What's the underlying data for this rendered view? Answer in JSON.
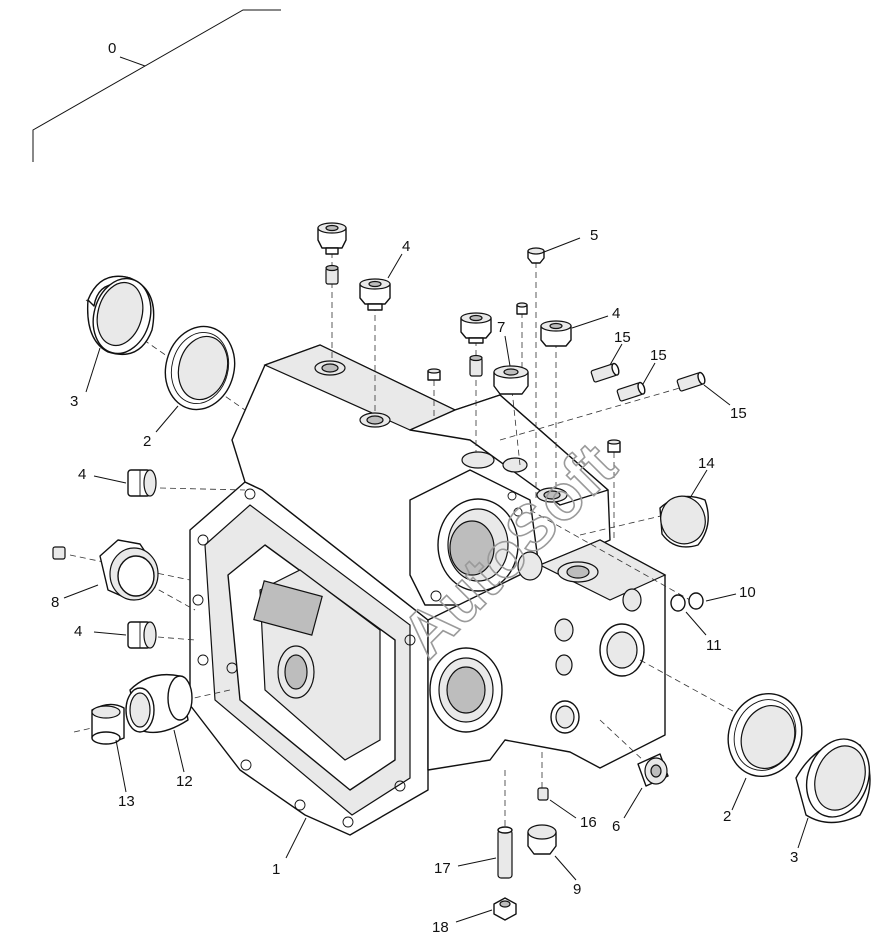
{
  "diagram": {
    "callouts": [
      "0",
      "1",
      "2",
      "3",
      "4",
      "5",
      "6",
      "7",
      "8",
      "9",
      "10",
      "11",
      "12",
      "13",
      "14",
      "15",
      "16",
      "17",
      "18"
    ],
    "labels": [
      {
        "id": "l0",
        "text": "0"
      },
      {
        "id": "l5",
        "text": "5"
      },
      {
        "id": "l4a",
        "text": "4"
      },
      {
        "id": "l4b",
        "text": "4"
      },
      {
        "id": "l7",
        "text": "7"
      },
      {
        "id": "l15a",
        "text": "15"
      },
      {
        "id": "l15b",
        "text": "15"
      },
      {
        "id": "l15c",
        "text": "15"
      },
      {
        "id": "l3a",
        "text": "3"
      },
      {
        "id": "l2a",
        "text": "2"
      },
      {
        "id": "l4c",
        "text": "4"
      },
      {
        "id": "l14",
        "text": "14"
      },
      {
        "id": "l8",
        "text": "8"
      },
      {
        "id": "l4d",
        "text": "4"
      },
      {
        "id": "l10",
        "text": "10"
      },
      {
        "id": "l11",
        "text": "11"
      },
      {
        "id": "l12",
        "text": "12"
      },
      {
        "id": "l13",
        "text": "13"
      },
      {
        "id": "l1",
        "text": "1"
      },
      {
        "id": "l6",
        "text": "6"
      },
      {
        "id": "l16",
        "text": "16"
      },
      {
        "id": "l2b",
        "text": "2"
      },
      {
        "id": "l3b",
        "text": "3"
      },
      {
        "id": "l17",
        "text": "17"
      },
      {
        "id": "l9",
        "text": "9"
      },
      {
        "id": "l18",
        "text": "18"
      }
    ],
    "watermark": "AutoSoft"
  }
}
